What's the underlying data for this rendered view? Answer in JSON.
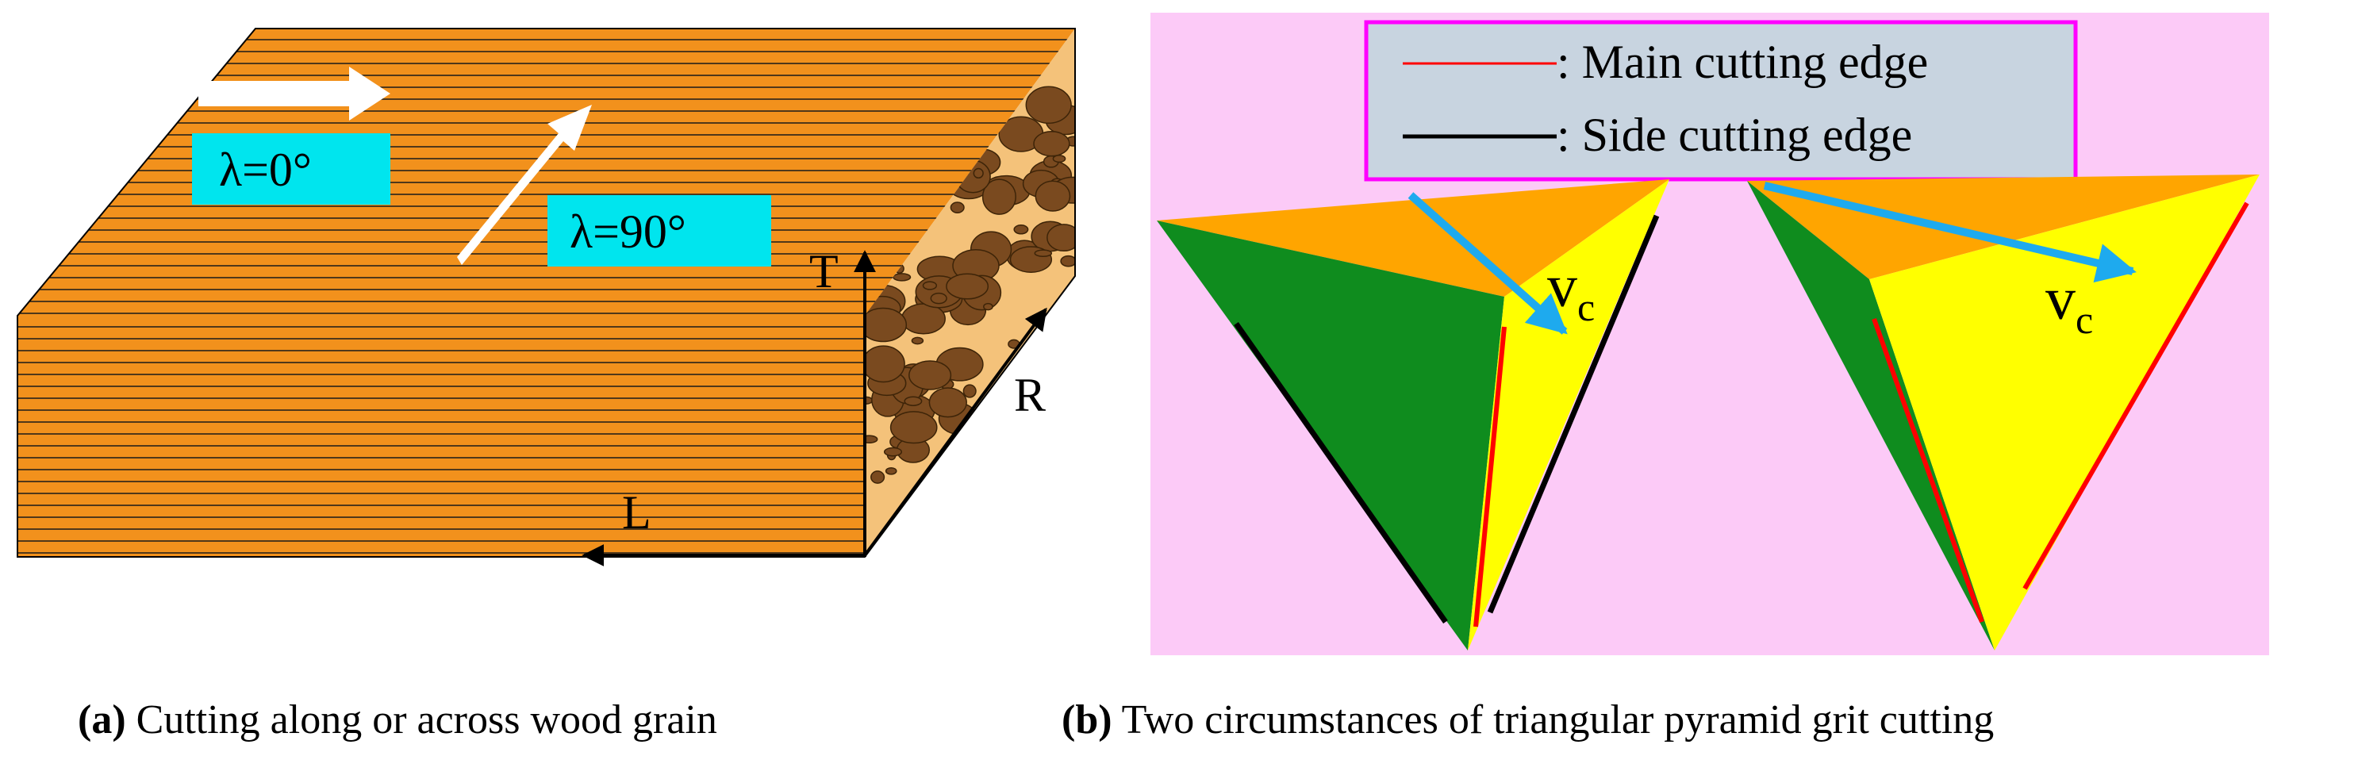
{
  "panel_a": {
    "angle_labels": {
      "zero": "λ=0°",
      "ninety": "λ=90°"
    },
    "axes": {
      "t": "T",
      "r": "R",
      "l": "L"
    },
    "caption": {
      "prefix": "(a)",
      "text": " Cutting along or across wood grain"
    }
  },
  "panel_b": {
    "legend": {
      "main": {
        "text": ": Main cutting edge",
        "color": "#ff0000"
      },
      "side": {
        "text": ": Side cutting edge",
        "color": "#000000"
      }
    },
    "velocity": {
      "symbol": "v",
      "subscript": "c"
    },
    "caption": {
      "prefix": "(b)",
      "text": " Two circumstances of triangular pyramid grit cutting"
    }
  },
  "colors": {
    "wood": "#f2911c",
    "grain_line": "#1a1a1a",
    "label_box": "#00e5ee",
    "end_grain": "#f4c27a",
    "pores": "#7a4a1f",
    "background_b": "#fccaf7",
    "legend_box": "#c8d4e0",
    "legend_border": "#ff00ff",
    "pyramid_top": "#ffa500",
    "pyramid_green": "#0f8c1e",
    "pyramid_yellow": "#ffff00",
    "velocity_arrow": "#1eaaee"
  }
}
